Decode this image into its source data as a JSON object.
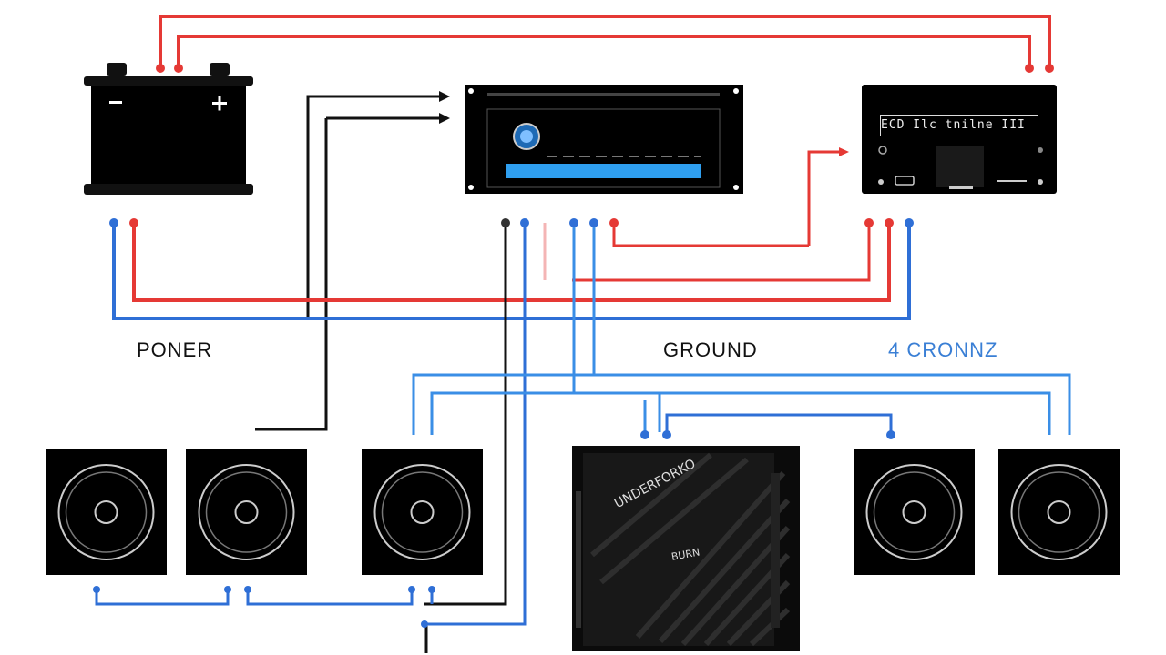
{
  "labels": {
    "power": "PONER",
    "ground": "GROUND",
    "channel": "4 CRONNZ"
  },
  "head_unit": {
    "display_text": "ECD Ilc  tnilne III",
    "buttons": [
      "power-button",
      "usb-port",
      "aux-port",
      "menu-button"
    ]
  },
  "amplifier": {
    "brand_text": "UNDERFORKO",
    "model_text": "BURN"
  },
  "battery": {
    "neg_terminal": "−",
    "pos_terminal": "+"
  },
  "colors": {
    "power_wire": "#e53935",
    "ground_wire": "#111111",
    "signal_wire": "#2f6fd6",
    "speaker_wire": "#3a8ee6",
    "channel_label": "#3a7fd5",
    "device_body": "#0b0b0b",
    "display_bar": "#2f9ff0"
  },
  "icons": [
    "battery-icon",
    "receiver-icon",
    "head-unit-icon",
    "speaker-icon",
    "amplifier-icon"
  ]
}
